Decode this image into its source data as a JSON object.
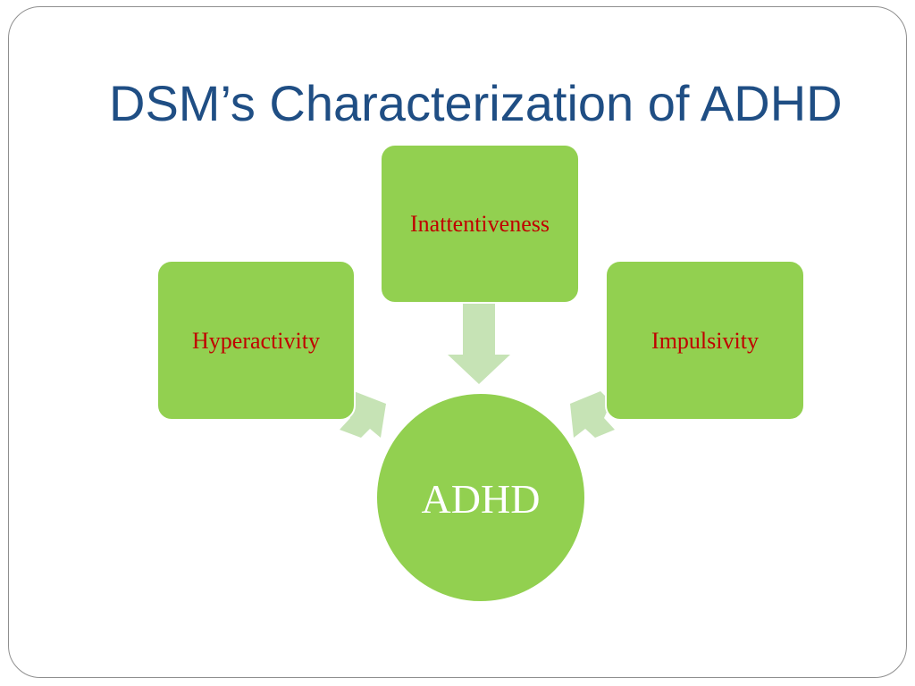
{
  "slide": {
    "title": "DSM’s Characterization of ADHD"
  },
  "diagram": {
    "center": {
      "label": "ADHD"
    },
    "nodes": [
      {
        "id": "inattentiveness",
        "label": "Inattentiveness"
      },
      {
        "id": "hyperactivity",
        "label": "Hyperactivity"
      },
      {
        "id": "impulsivity",
        "label": "Impulsivity"
      }
    ],
    "colors": {
      "shape_fill": "#92d050",
      "shape_border": "#ffffff",
      "arrow_fill": "#c6e3b5",
      "node_text": "#c00000",
      "center_text": "#ffffff",
      "title_text": "#1f4e84"
    }
  }
}
